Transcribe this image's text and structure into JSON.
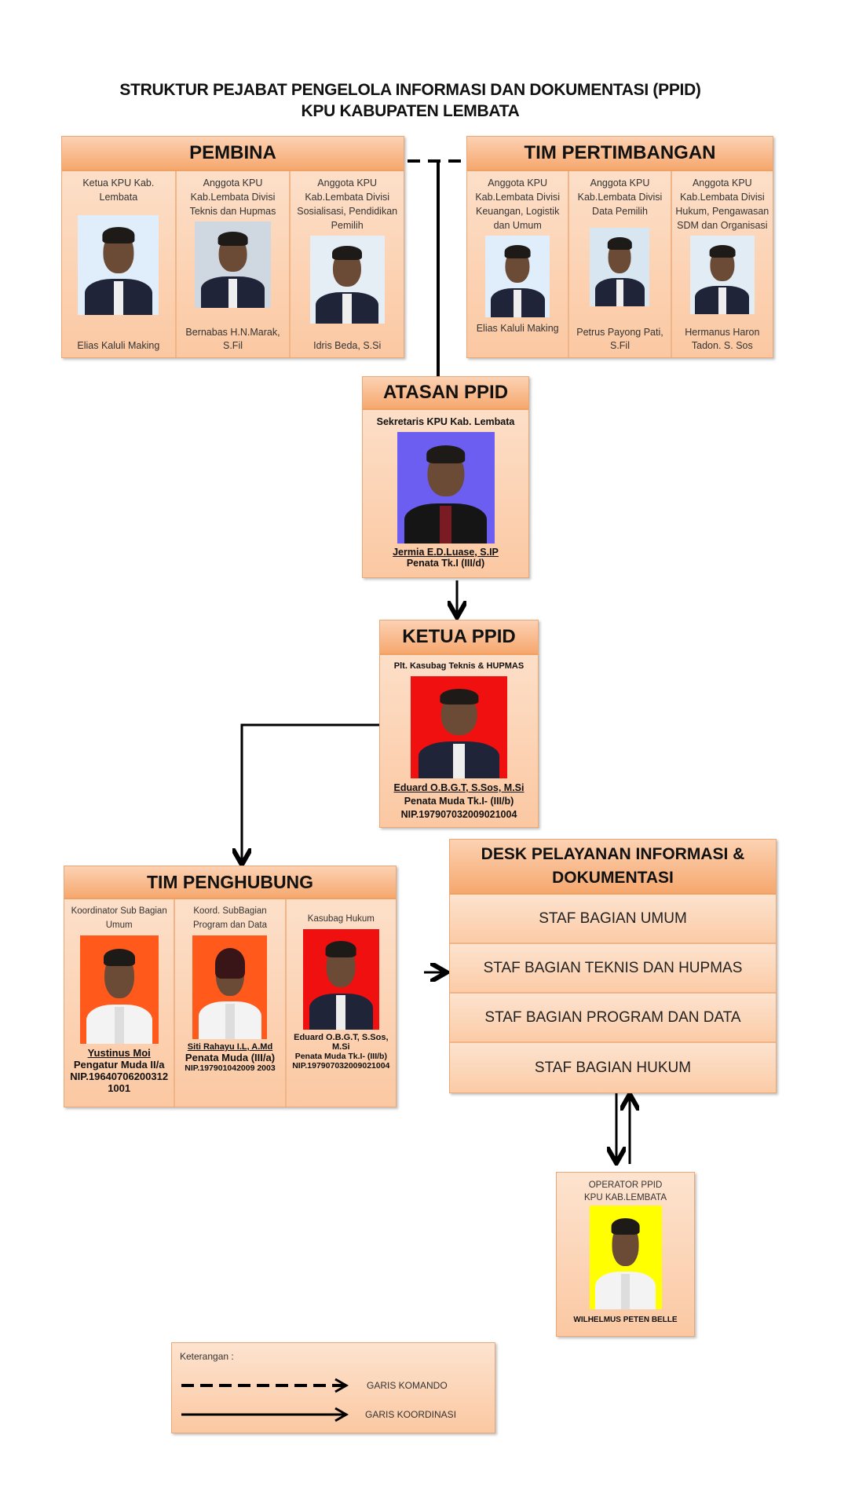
{
  "title": {
    "line1": "STRUKTUR PEJABAT PENGELOLA INFORMASI DAN DOKUMENTASI (PPID)",
    "line2": "KPU KABUPATEN LEMBATA"
  },
  "pembina": {
    "header": "PEMBINA",
    "members": [
      {
        "role": "Ketua KPU Kab. Lembata",
        "name": "Elias Kaluli Making",
        "photo_bg": "#dfeefa"
      },
      {
        "role": "Anggota KPU Kab.Lembata Divisi Teknis dan Hupmas",
        "name": "Bernabas H.N.Marak, S.Fil",
        "photo_bg": "#cfd8e0"
      },
      {
        "role": "Anggota KPU Kab.Lembata Divisi Sosialisasi, Pendidikan Pemilih",
        "name": "Idris Beda, S.Si",
        "photo_bg": "#e6eef5"
      }
    ]
  },
  "tim_pertimbangan": {
    "header": "TIM PERTIMBANGAN",
    "members": [
      {
        "role": "Anggota KPU Kab.Lembata Divisi Keuangan, Logistik dan Umum",
        "name": "Elias Kaluli Making",
        "photo_bg": "#dfeefa"
      },
      {
        "role": "Anggota KPU Kab.Lembata Divisi Data Pemilih",
        "name": "Petrus Payong Pati, S.Fil",
        "photo_bg": "#d8e6f2"
      },
      {
        "role": "Anggota KPU Kab.Lembata Divisi Hukum, Pengawasan SDM dan Organisasi",
        "name": "Hermanus Haron Tadon. S. Sos",
        "photo_bg": "#e2ecf5"
      }
    ]
  },
  "atasan": {
    "header": "ATASAN PPID",
    "role": "Sekretaris KPU Kab. Lembata",
    "name": "Jermia E.D.Luase, S.IP",
    "rank": "Penata Tk.I (III/d)",
    "photo_bg": "#6d5ef2"
  },
  "ketua": {
    "header": "KETUA PPID",
    "role": "Plt. Kasubag Teknis & HUPMAS",
    "name": "Eduard O.B.G.T, S.Sos, M.Si",
    "rank": "Penata Muda Tk.I- (III/b)",
    "nip": "NIP.197907032009021004",
    "photo_bg": "#f01010"
  },
  "penghubung": {
    "header": "TIM PENGHUBUNG",
    "members": [
      {
        "role": "Koordinator Sub Bagian Umum",
        "name": "Yustinus Moi",
        "rank": "Pengatur Muda II/a",
        "nip": "NIP.196407062003121001",
        "photo_bg": "#ff5a1c"
      },
      {
        "role": "Koord. SubBagian Program dan Data",
        "name": "Siti Rahayu I.L, A.Md",
        "rank": "Penata Muda (III/a)",
        "nip": "NIP.197901042009 2003",
        "photo_bg": "#ff5a1c"
      },
      {
        "role": "Kasubag Hukum",
        "name": "Eduard O.B.G.T, S.Sos, M.Si",
        "rank": "Penata Muda Tk.I- (III/b)",
        "nip": "NIP.197907032009021004",
        "photo_bg": "#f01010"
      }
    ]
  },
  "desk": {
    "header": "DESK PELAYANAN INFORMASI & DOKUMENTASI",
    "rows": [
      "STAF BAGIAN UMUM",
      "STAF BAGIAN TEKNIS DAN HUPMAS",
      "STAF BAGIAN PROGRAM DAN DATA",
      "STAF BAGIAN HUKUM"
    ]
  },
  "operator": {
    "role_line1": "OPERATOR PPID",
    "role_line2": "KPU KAB.LEMBATA",
    "name": "WILHELMUS PETEN BELLE",
    "photo_bg": "#ffff00"
  },
  "legend": {
    "title": "Keterangan :",
    "komando": "GARIS KOMANDO",
    "koordinasi": "GARIS KOORDINASI"
  }
}
